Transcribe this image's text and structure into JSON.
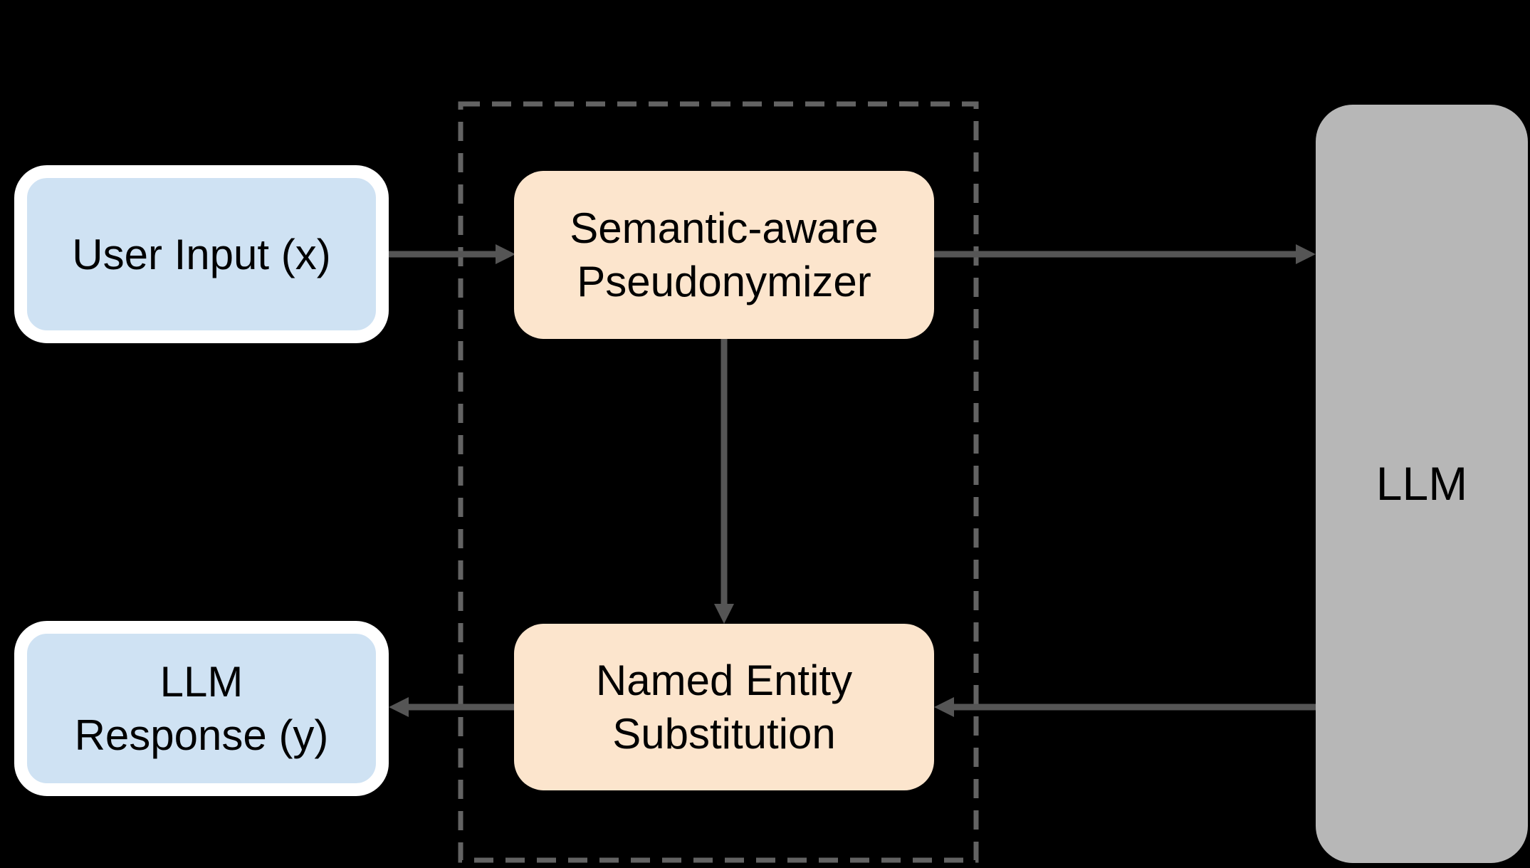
{
  "diagram": {
    "title_hint": "pseudonymization pipeline flowchart",
    "colors": {
      "background": "#000000",
      "node_blue": "#cfe2f3",
      "node_border_white": "#ffffff",
      "node_orange": "#fce5cd",
      "node_gray": "#b7b7b7",
      "arrow": "#555555",
      "dashed_border": "#636363"
    },
    "nodes": {
      "user_input": {
        "label": "User Input (x)"
      },
      "pseudonymizer": {
        "label_line1": "Semantic-aware",
        "label_line2": "Pseudonymizer"
      },
      "named_entity": {
        "label_line1": "Named Entity",
        "label_line2": "Substitution"
      },
      "llm_response": {
        "label_line1": "LLM",
        "label_line2": "Response (y)"
      },
      "llm": {
        "label": "LLM"
      }
    },
    "edges": [
      {
        "from": "user_input",
        "to": "pseudonymizer",
        "direction": "right"
      },
      {
        "from": "pseudonymizer",
        "to": "llm",
        "direction": "right"
      },
      {
        "from": "pseudonymizer",
        "to": "named_entity",
        "direction": "down"
      },
      {
        "from": "llm",
        "to": "named_entity",
        "direction": "left"
      },
      {
        "from": "named_entity",
        "to": "llm_response",
        "direction": "left"
      }
    ],
    "module_boundary": {
      "style": "dashed",
      "contains": [
        "pseudonymizer",
        "named_entity"
      ]
    }
  }
}
